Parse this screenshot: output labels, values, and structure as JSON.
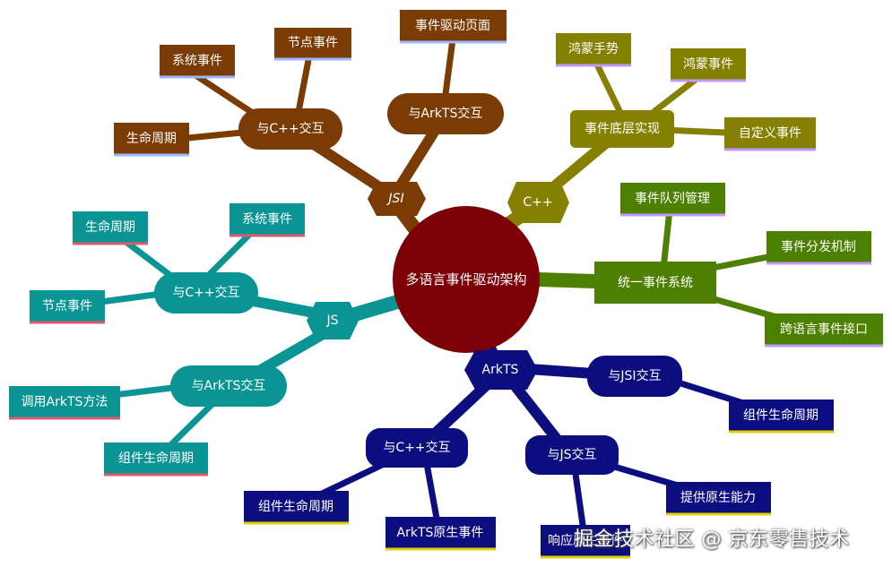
{
  "center": {
    "label": "多语言事件驱动架构",
    "color": "#7d0006"
  },
  "branches": {
    "jsi": {
      "hub": "JSI",
      "color": "#7a3b05",
      "groups": {
        "cpp": {
          "label": "与C++交互",
          "leaves": [
            "系统事件",
            "节点事件",
            "生命周期"
          ]
        },
        "arkts": {
          "label": "与ArkTS交互",
          "leaves": [
            "事件驱动页面"
          ]
        }
      }
    },
    "cpp": {
      "hub": "C++",
      "color": "#858000",
      "groups": {
        "impl": {
          "label": "事件底层实现",
          "leaves": [
            "鸿蒙手势",
            "鸿蒙事件",
            "自定义事件"
          ]
        }
      }
    },
    "unified": {
      "label": "统一事件系统",
      "color": "#4d8000",
      "leaves": [
        "事件队列管理",
        "事件分发机制",
        "跨语言事件接口"
      ]
    },
    "arkts": {
      "hub": "ArkTS",
      "color": "#0c0e80",
      "groups": {
        "jsi": {
          "label": "与JSI交互",
          "leaves": [
            "组件生命周期"
          ]
        },
        "cpp": {
          "label": "与C++交互",
          "leaves": [
            "组件生命周期",
            "ArkTS原生事件"
          ]
        },
        "js": {
          "label": "与JS交互",
          "leaves": [
            "提供原生能力",
            "响应原生事件"
          ]
        }
      }
    },
    "js": {
      "hub": "JS",
      "color": "#0a9494",
      "groups": {
        "cpp": {
          "label": "与C++交互",
          "leaves": [
            "生命周期",
            "系统事件",
            "节点事件"
          ]
        },
        "arkts": {
          "label": "与ArkTS交互",
          "leaves": [
            "调用ArkTS方法",
            "组件生命周期"
          ]
        }
      }
    }
  },
  "watermark": "掘金技术社区 @ 京东零售技术"
}
